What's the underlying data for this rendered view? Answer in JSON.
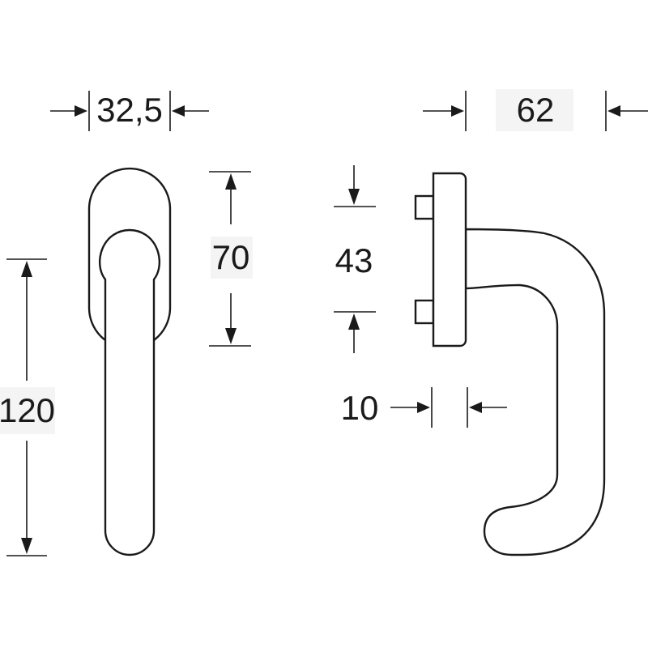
{
  "dimensions": {
    "front_width": "32,5",
    "front_rose_height": "70",
    "front_total_height": "120",
    "side_depth": "62",
    "side_spindle_spacing": "43",
    "side_base_thickness": "10"
  },
  "colors": {
    "line": "#1a1a1a",
    "background": "#ffffff",
    "label_background": "#f4f4f4"
  }
}
